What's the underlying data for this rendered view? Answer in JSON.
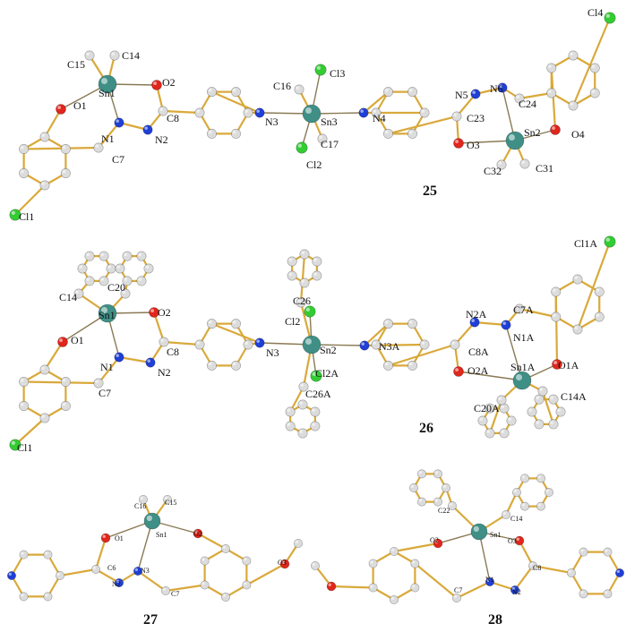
{
  "compounds": [
    {
      "number": "25",
      "labels": [
        "C15",
        "C14",
        "Sn1",
        "O2",
        "O1",
        "C8",
        "N1",
        "N2",
        "C7",
        "Cl1",
        "N3",
        "C16",
        "Cl3",
        "Sn3",
        "N4",
        "C17",
        "Cl2",
        "N5",
        "N6",
        "C24",
        "Cl4",
        "C23",
        "O3",
        "Sn2",
        "O4",
        "C32",
        "C31"
      ]
    },
    {
      "number": "26",
      "labels": [
        "C14",
        "C20",
        "Sn1",
        "O2",
        "O1",
        "C8",
        "N1",
        "N2",
        "C7",
        "Cl1",
        "N3",
        "C26",
        "Cl2",
        "Sn2",
        "Cl2A",
        "C26A",
        "N3A",
        "N2A",
        "C7A",
        "Cl1A",
        "N1A",
        "C8A",
        "O2A",
        "Sn1A",
        "O1A",
        "C14A",
        "C20A"
      ]
    },
    {
      "number": "27",
      "labels": [
        "C16",
        "C15",
        "O1",
        "Sn1",
        "O2",
        "C6",
        "N2",
        "N3",
        "C7",
        "O3"
      ]
    },
    {
      "number": "28",
      "labels": [
        "C22",
        "C14",
        "O2",
        "Sn1",
        "O3",
        "C8",
        "N1",
        "N2",
        "C7"
      ]
    }
  ],
  "colors": {
    "carbon": "#dcdcdc",
    "tin": "#3f8f86",
    "oxygen": "#e1261c",
    "nitrogen": "#1f3fd6",
    "chlorine": "#33cc33",
    "bond": "#d9a93a"
  }
}
